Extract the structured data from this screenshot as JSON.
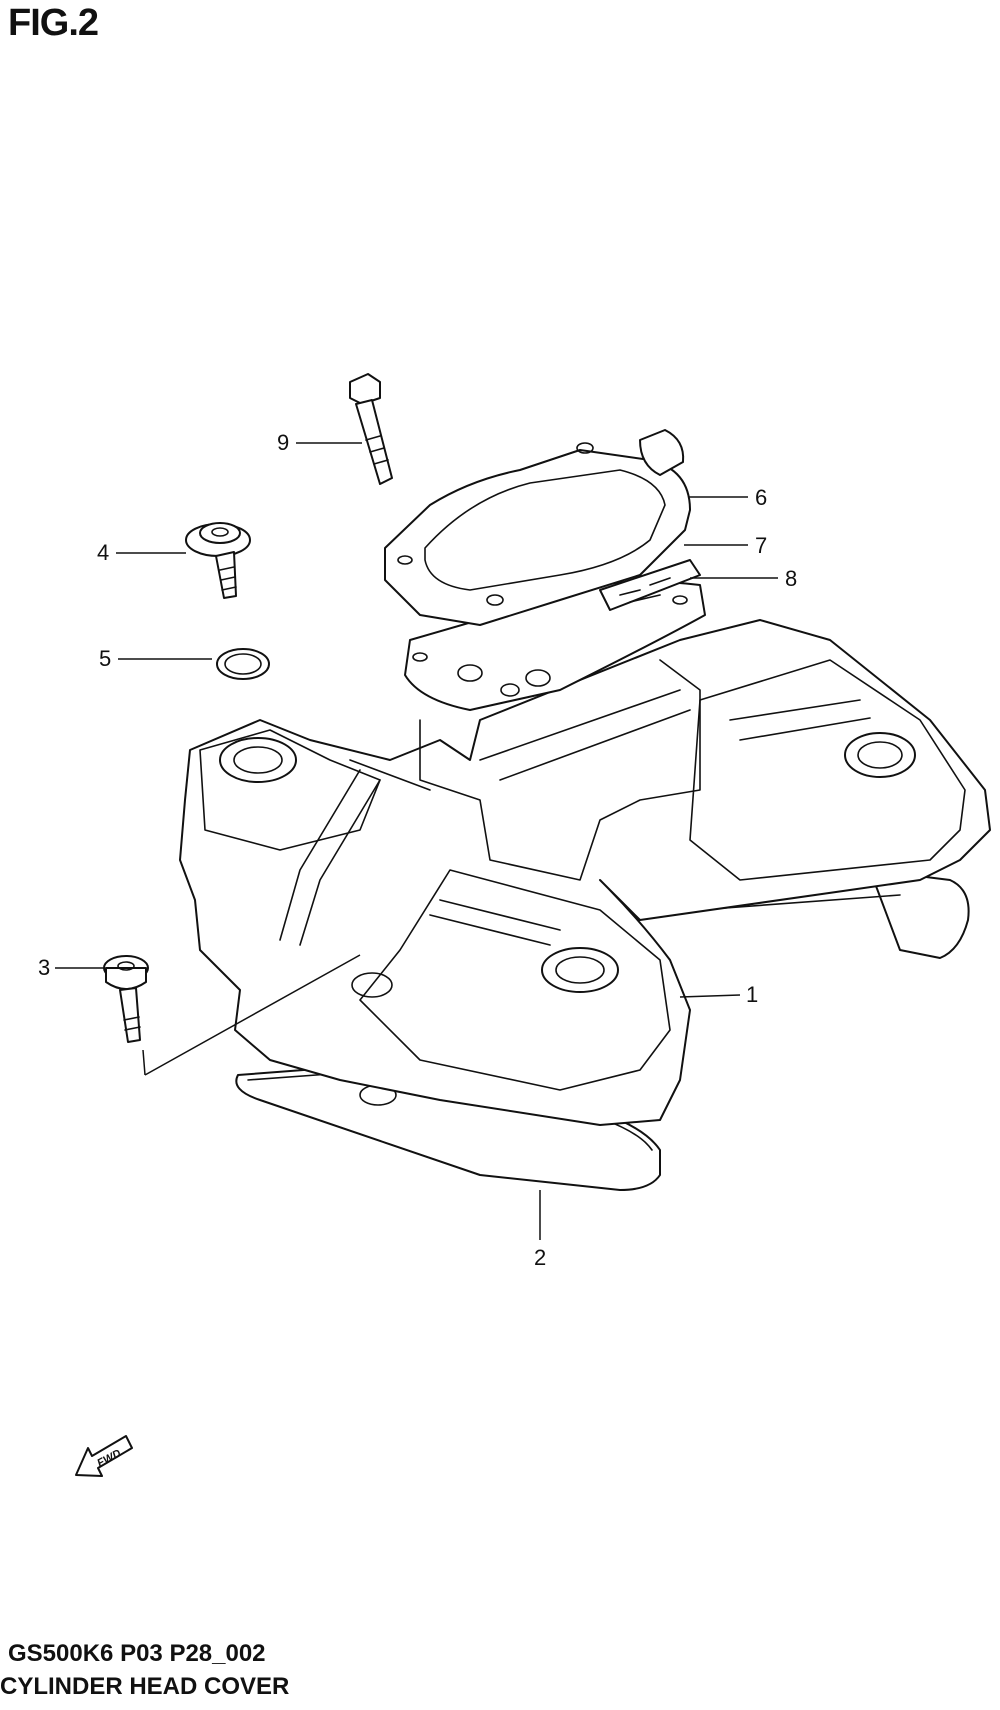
{
  "figure": {
    "title": "FIG.2"
  },
  "callouts": [
    {
      "id": "1",
      "label": "1"
    },
    {
      "id": "2",
      "label": "2"
    },
    {
      "id": "3",
      "label": "3"
    },
    {
      "id": "4",
      "label": "4"
    },
    {
      "id": "5",
      "label": "5"
    },
    {
      "id": "6",
      "label": "6"
    },
    {
      "id": "7",
      "label": "7"
    },
    {
      "id": "8",
      "label": "8"
    },
    {
      "id": "9",
      "label": "9"
    }
  ],
  "fwd_arrow": {
    "label": "FWD"
  },
  "footer": {
    "code": "GS500K6 P03 P28_002",
    "name": "CYLINDER HEAD COVER"
  }
}
